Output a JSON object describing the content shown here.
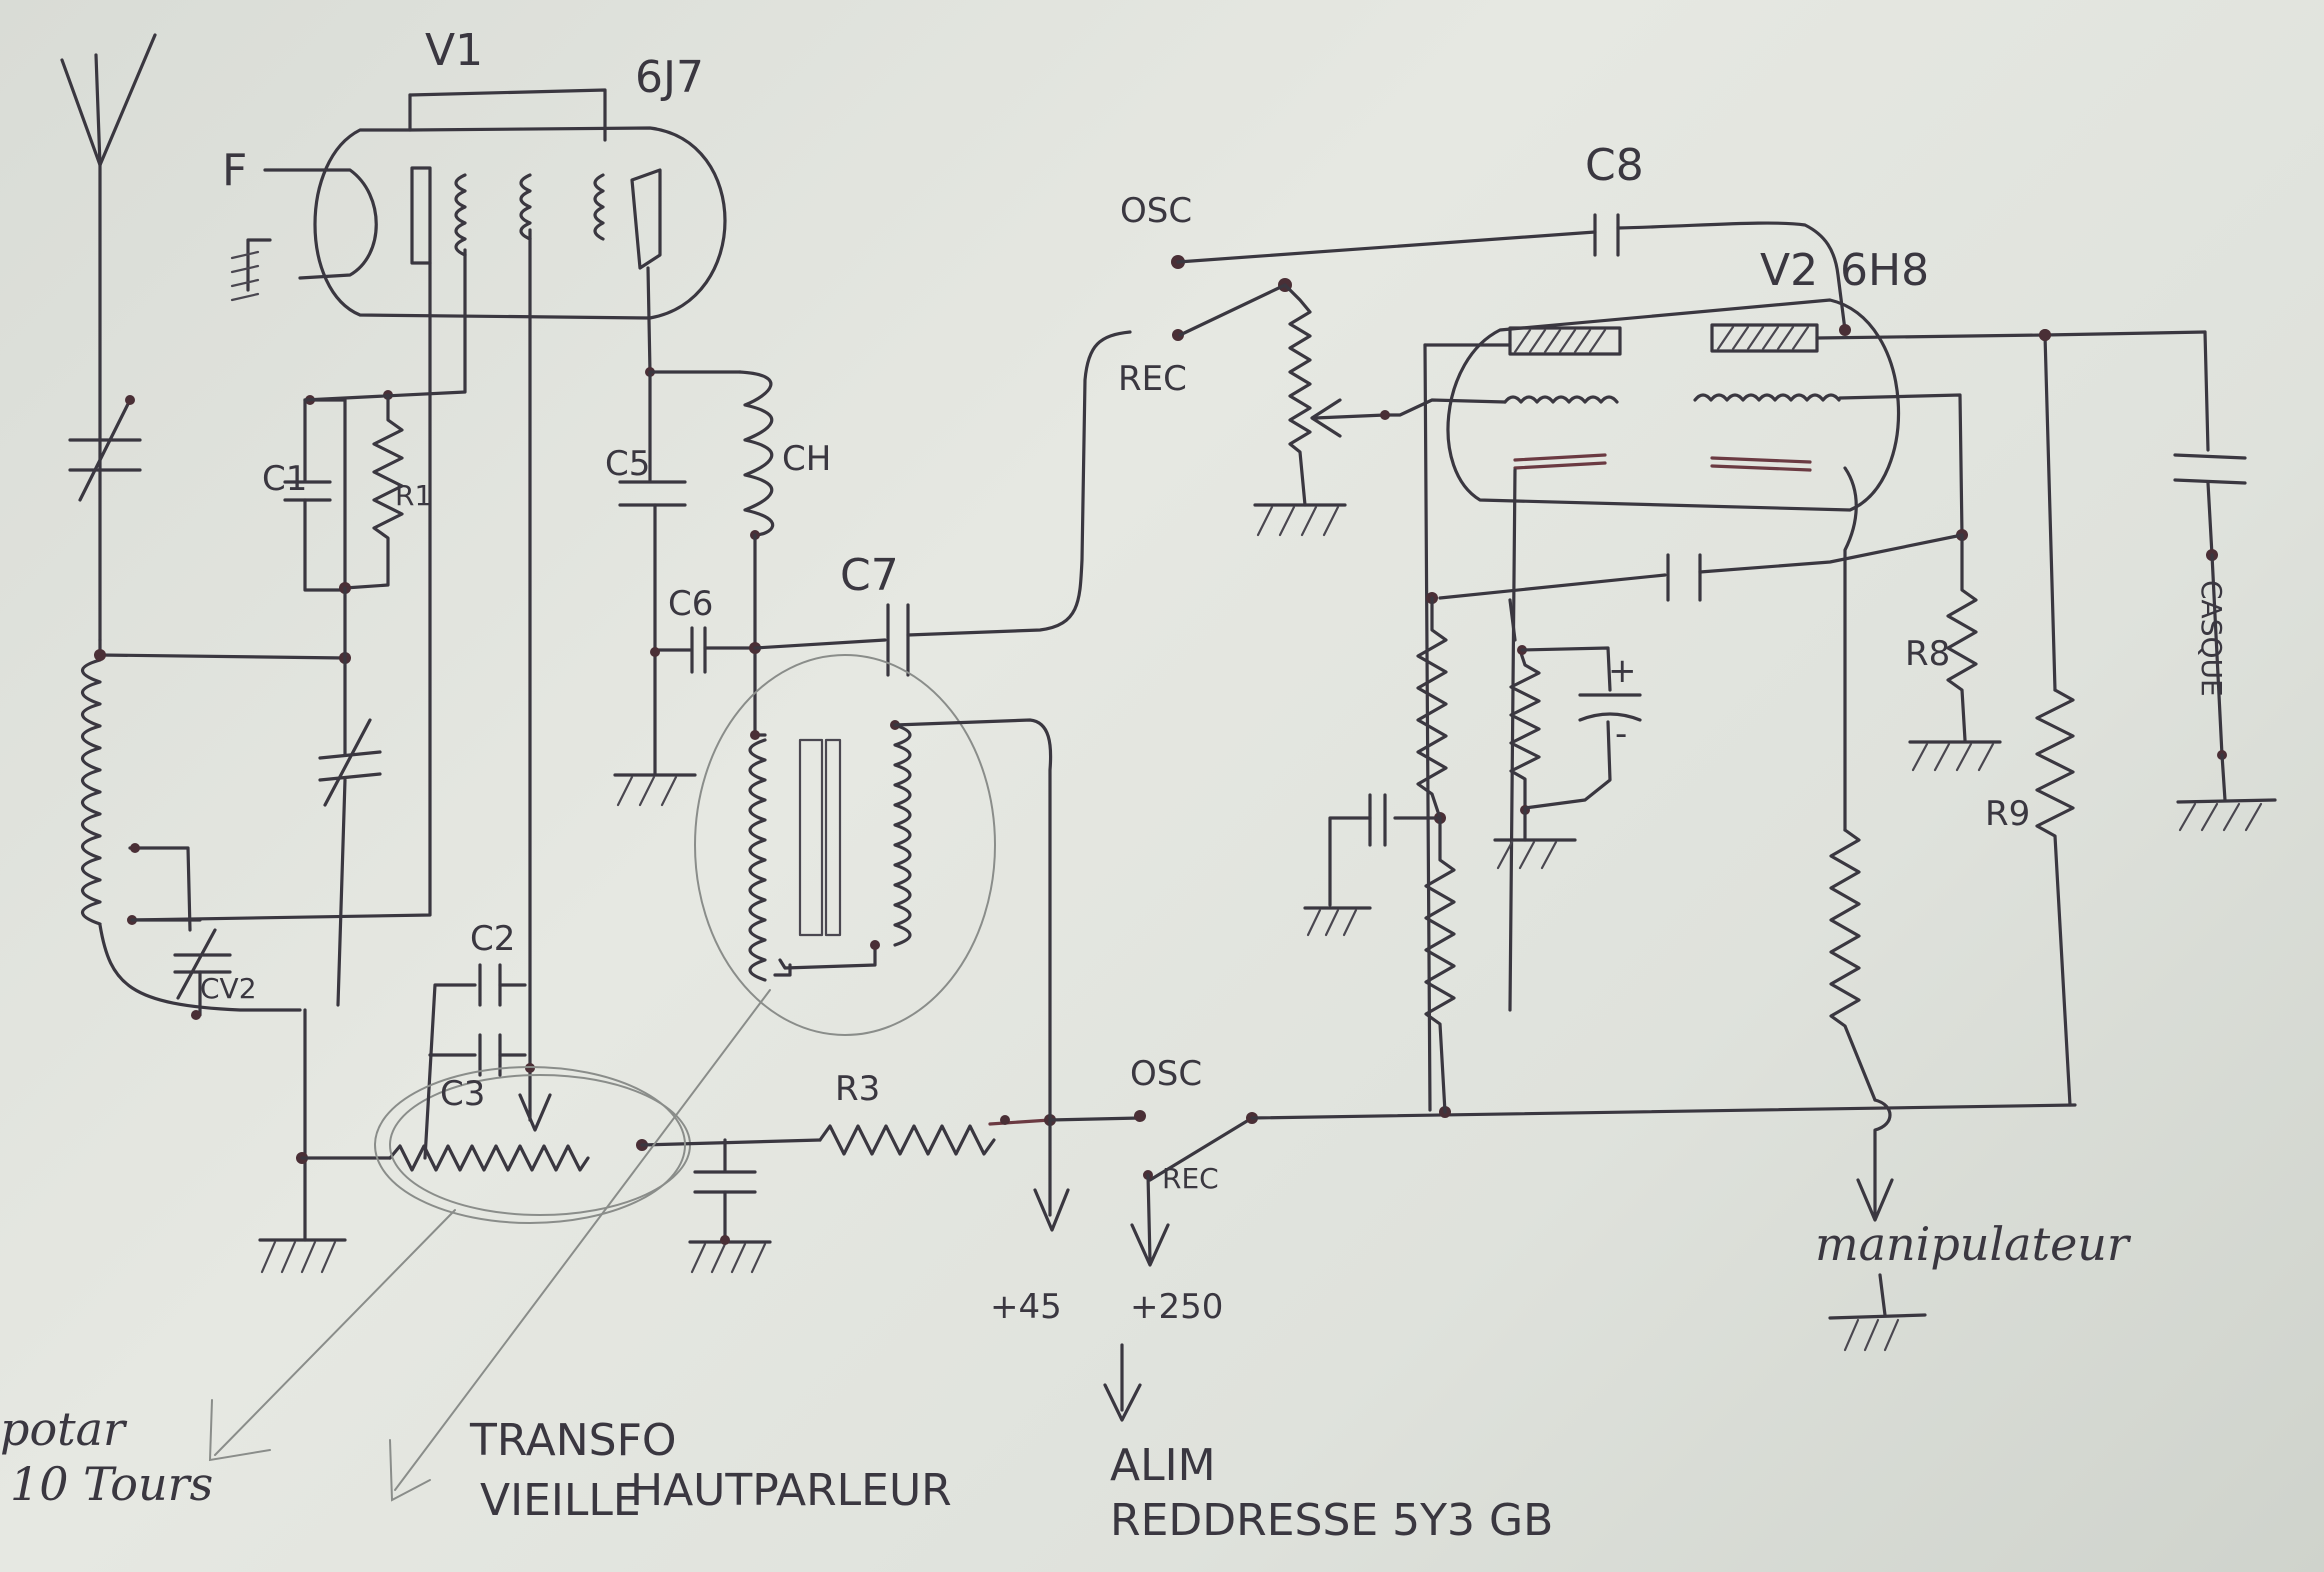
{
  "labels": {
    "v1": "V1",
    "v1_type": "6J7",
    "f": "F",
    "c1": "C1",
    "r1": "R1",
    "c2": "C2",
    "c3": "C3",
    "cv2": "CV2",
    "c5": "C5",
    "ch": "CH",
    "c6": "C6",
    "c7": "C7",
    "r3": "R3",
    "osc_top": "OSC",
    "rec_top": "REC",
    "c8": "C8",
    "v2": "V2",
    "v2_type": "6H8",
    "r8": "R8",
    "r9": "R9",
    "casque": "CASQUE",
    "plus": "+",
    "minus": "-",
    "osc_bottom": "OSC",
    "rec_bottom": "REC",
    "v45": "+45",
    "v250": "+250",
    "manipulateur": "manipulateur",
    "potar_line1": "potar",
    "potar_line2": "10 Tours",
    "transfo_line1": "TRANSFO",
    "transfo_line2": "VIEILLE",
    "transfo_line2b": "HAUTPARLEUR",
    "alim_line1": "ALIM",
    "alim_line2": "REDDRESSE  5Y3 GB"
  }
}
